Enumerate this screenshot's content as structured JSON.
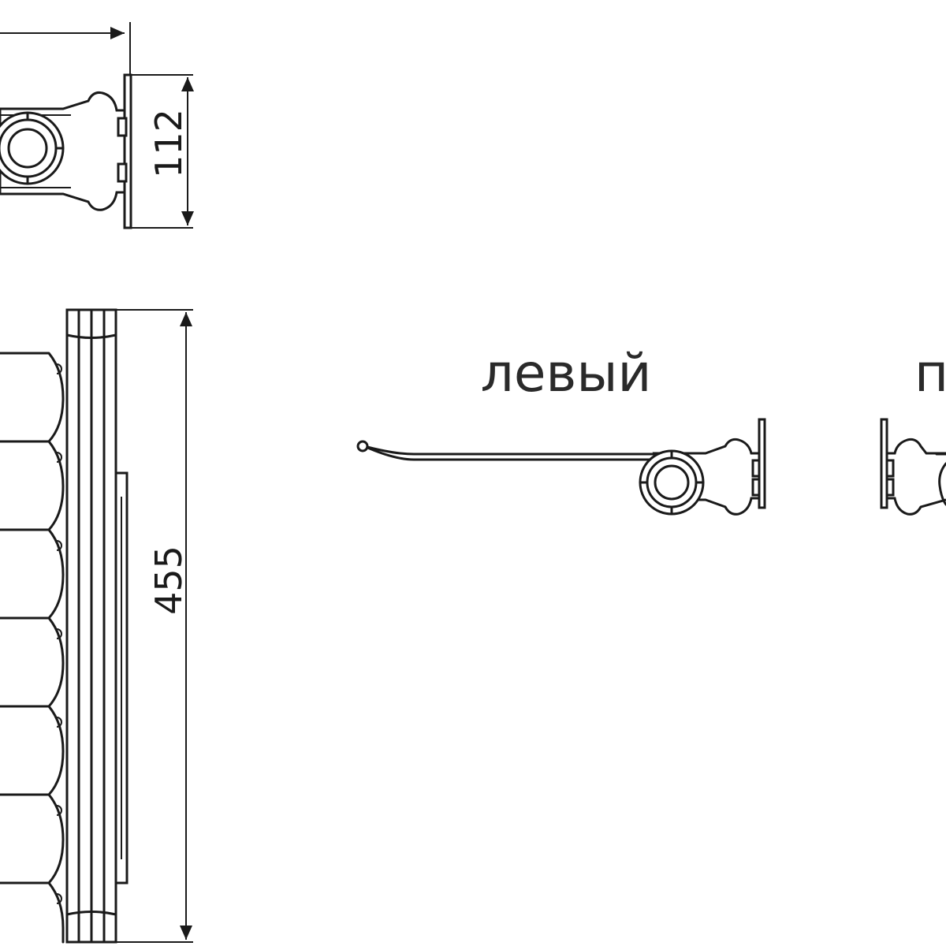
{
  "dimensions": {
    "height_top_view": "112",
    "height_front_view": "455"
  },
  "labels": {
    "left": "левый",
    "right_partial": "п"
  }
}
